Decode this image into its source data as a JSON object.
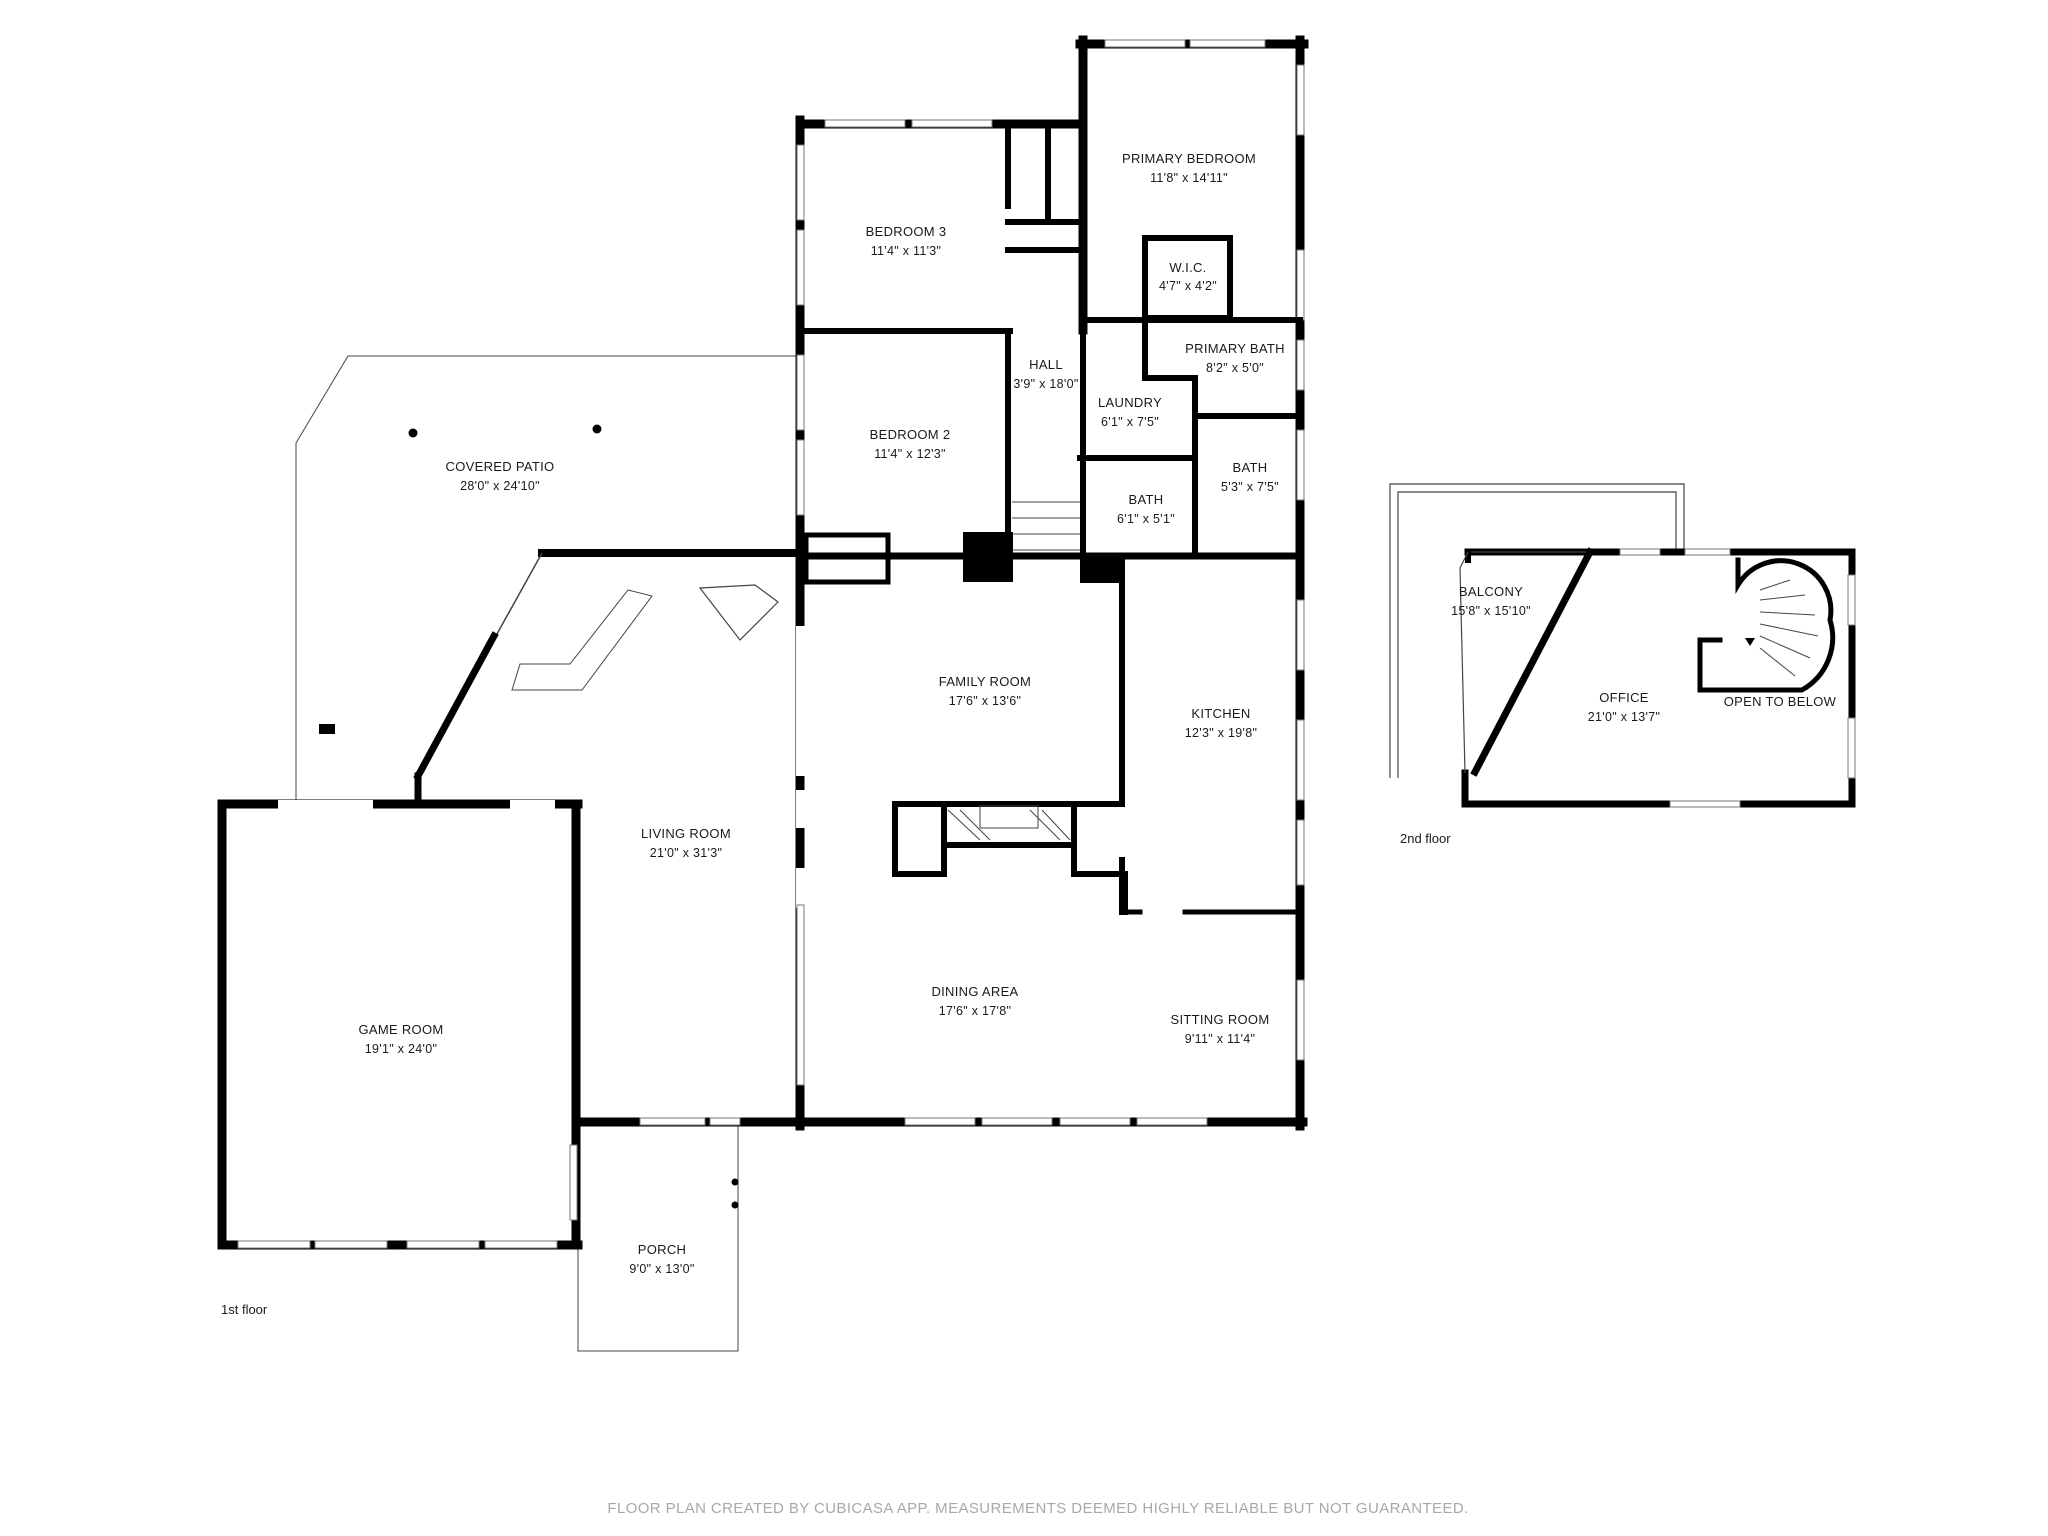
{
  "rooms": {
    "primary_bedroom": {
      "name": "PRIMARY BEDROOM",
      "dim": "11'8\" x 14'11\""
    },
    "bedroom_3": {
      "name": "BEDROOM 3",
      "dim": "11'4\" x 11'3\""
    },
    "wic": {
      "name": "W.I.C.",
      "dim": "4'7\" x 4'2\""
    },
    "hall": {
      "name": "HALL",
      "dim": "3'9\" x 18'0\""
    },
    "primary_bath": {
      "name": "PRIMARY BATH",
      "dim": "8'2\" x 5'0\""
    },
    "bedroom_2": {
      "name": "BEDROOM 2",
      "dim": "11'4\" x 12'3\""
    },
    "laundry": {
      "name": "LAUNDRY",
      "dim": "6'1\" x 7'5\""
    },
    "bath_small": {
      "name": "BATH",
      "dim": "5'3\" x 7'5\""
    },
    "bath": {
      "name": "BATH",
      "dim": "6'1\" x 5'1\""
    },
    "covered_patio": {
      "name": "COVERED PATIO",
      "dim": "28'0\" x 24'10\""
    },
    "family_room": {
      "name": "FAMILY ROOM",
      "dim": "17'6\" x 13'6\""
    },
    "kitchen": {
      "name": "KITCHEN",
      "dim": "12'3\" x 19'8\""
    },
    "living_room": {
      "name": "LIVING ROOM",
      "dim": "21'0\" x 31'3\""
    },
    "game_room": {
      "name": "GAME ROOM",
      "dim": "19'1\" x 24'0\""
    },
    "dining_area": {
      "name": "DINING AREA",
      "dim": "17'6\" x 17'8\""
    },
    "sitting_room": {
      "name": "SITTING ROOM",
      "dim": "9'11\" x 11'4\""
    },
    "porch": {
      "name": "PORCH",
      "dim": "9'0\" x 13'0\""
    },
    "balcony": {
      "name": "BALCONY",
      "dim": "15'8\" x 15'10\""
    },
    "office": {
      "name": "OFFICE",
      "dim": "21'0\" x 13'7\""
    }
  },
  "open_to_below": "OPEN TO BELOW",
  "floor_labels": {
    "first": "1st floor",
    "second": "2nd floor"
  },
  "footer": "FLOOR PLAN CREATED BY CUBICASA APP. MEASUREMENTS DEEMED HIGHLY RELIABLE BUT NOT GUARANTEED."
}
